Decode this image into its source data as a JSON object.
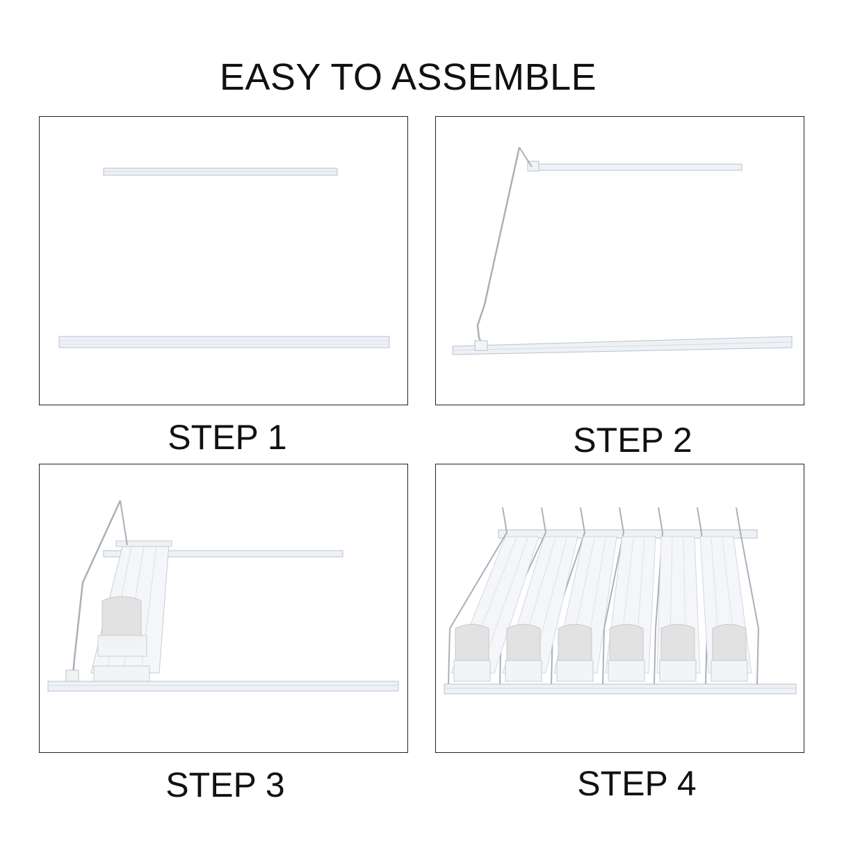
{
  "header": {
    "title": "EASY TO ASSEMBLE"
  },
  "steps": [
    {
      "label": "STEP 1"
    },
    {
      "label": "STEP 2"
    },
    {
      "label": "STEP 3"
    },
    {
      "label": "STEP 4"
    }
  ],
  "colors": {
    "rail": "#e8ecf1",
    "rail_edge": "#b9c1cc",
    "wire": "#a9b0b8",
    "pusher": "#e2e2e2",
    "border": "#222222"
  }
}
